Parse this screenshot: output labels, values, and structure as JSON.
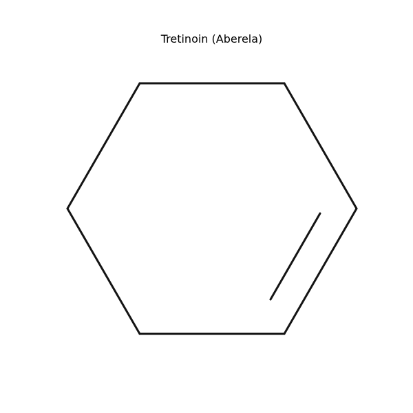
{
  "title": "Tretinoin (Aberela)",
  "bond_color": "#141414",
  "molecule": {
    "ring": "cyclohexene",
    "bonds": [
      {
        "from": 1,
        "to": 2,
        "order": 1
      },
      {
        "from": 2,
        "to": 3,
        "order": 1
      },
      {
        "from": 3,
        "to": 4,
        "order": 2
      },
      {
        "from": 4,
        "to": 5,
        "order": 1
      },
      {
        "from": 5,
        "to": 6,
        "order": 1
      },
      {
        "from": 6,
        "to": 1,
        "order": 1
      }
    ]
  }
}
